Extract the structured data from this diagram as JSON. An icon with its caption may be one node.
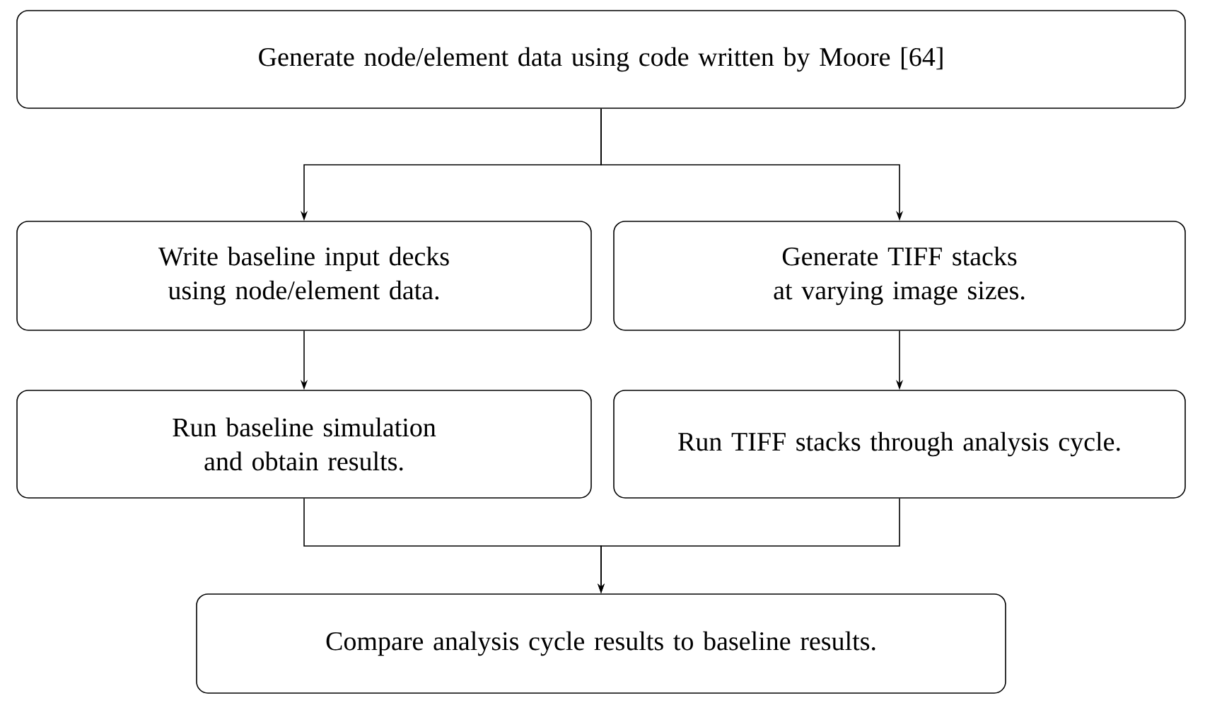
{
  "diagram": {
    "nodes": [
      {
        "text": [
          "Generate node/element data using code written by Moore [64]"
        ]
      },
      {
        "text": [
          "Write baseline input decks using node/element data."
        ]
      },
      {
        "text": [
          "Generate TIFF stacks at varying image sizes."
        ]
      },
      {
        "text": [
          "Run baseline simulation and obtain results."
        ]
      },
      {
        "text": [
          "Run TIFF stacks through analysis cycle."
        ]
      },
      {
        "text": [
          "Compare analysis cycle results to baseline results."
        ]
      }
    ],
    "edges": [
      {
        "from": 0,
        "to": 1,
        "arrow": "to"
      },
      {
        "from": 0,
        "to": 2,
        "arrow": "to"
      },
      {
        "from": 1,
        "to": 3,
        "arrow": "to"
      },
      {
        "from": 2,
        "to": 4,
        "arrow": "to"
      },
      {
        "from": 3,
        "to": 5,
        "arrow": "to"
      },
      {
        "from": 4,
        "to": 5,
        "arrow": "to"
      }
    ]
  }
}
